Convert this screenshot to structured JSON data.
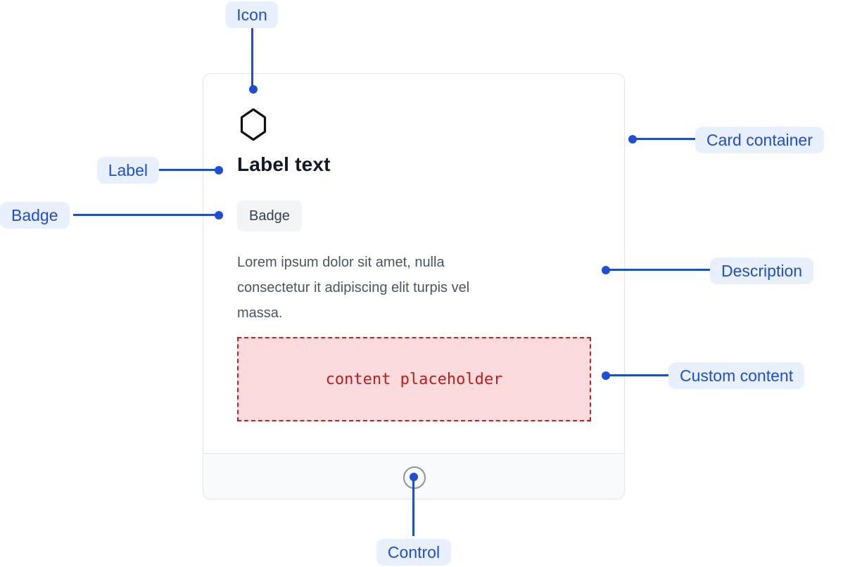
{
  "annotations": {
    "icon": {
      "label": "Icon"
    },
    "label": {
      "label": "Label"
    },
    "badge": {
      "label": "Badge"
    },
    "card_container": {
      "label": "Card container"
    },
    "description": {
      "label": "Description"
    },
    "custom_content": {
      "label": "Custom content"
    },
    "control": {
      "label": "Control"
    }
  },
  "card": {
    "icon": "hexagon-icon",
    "label_text": "Label text",
    "badge_text": "Badge",
    "description_lines": [
      "Lorem ipsum dolor sit amet, nulla",
      "consectetur it adipiscing elit turpis vel",
      "massa."
    ],
    "placeholder_text": "content placeholder"
  },
  "colors": {
    "annotation_blue": "#1d4ed8",
    "annotation_pill_bg": "#e9f0fd",
    "card_border": "#e5e7eb",
    "footer_bg": "#f9fafb",
    "badge_bg": "#f3f4f6",
    "badge_text": "#374151",
    "description_text": "#4b5563",
    "placeholder_border": "#cc1f1f",
    "placeholder_bg": "#fbdbdb",
    "placeholder_text": "#c41a1a",
    "control_ring_gray": "#8d949e"
  }
}
